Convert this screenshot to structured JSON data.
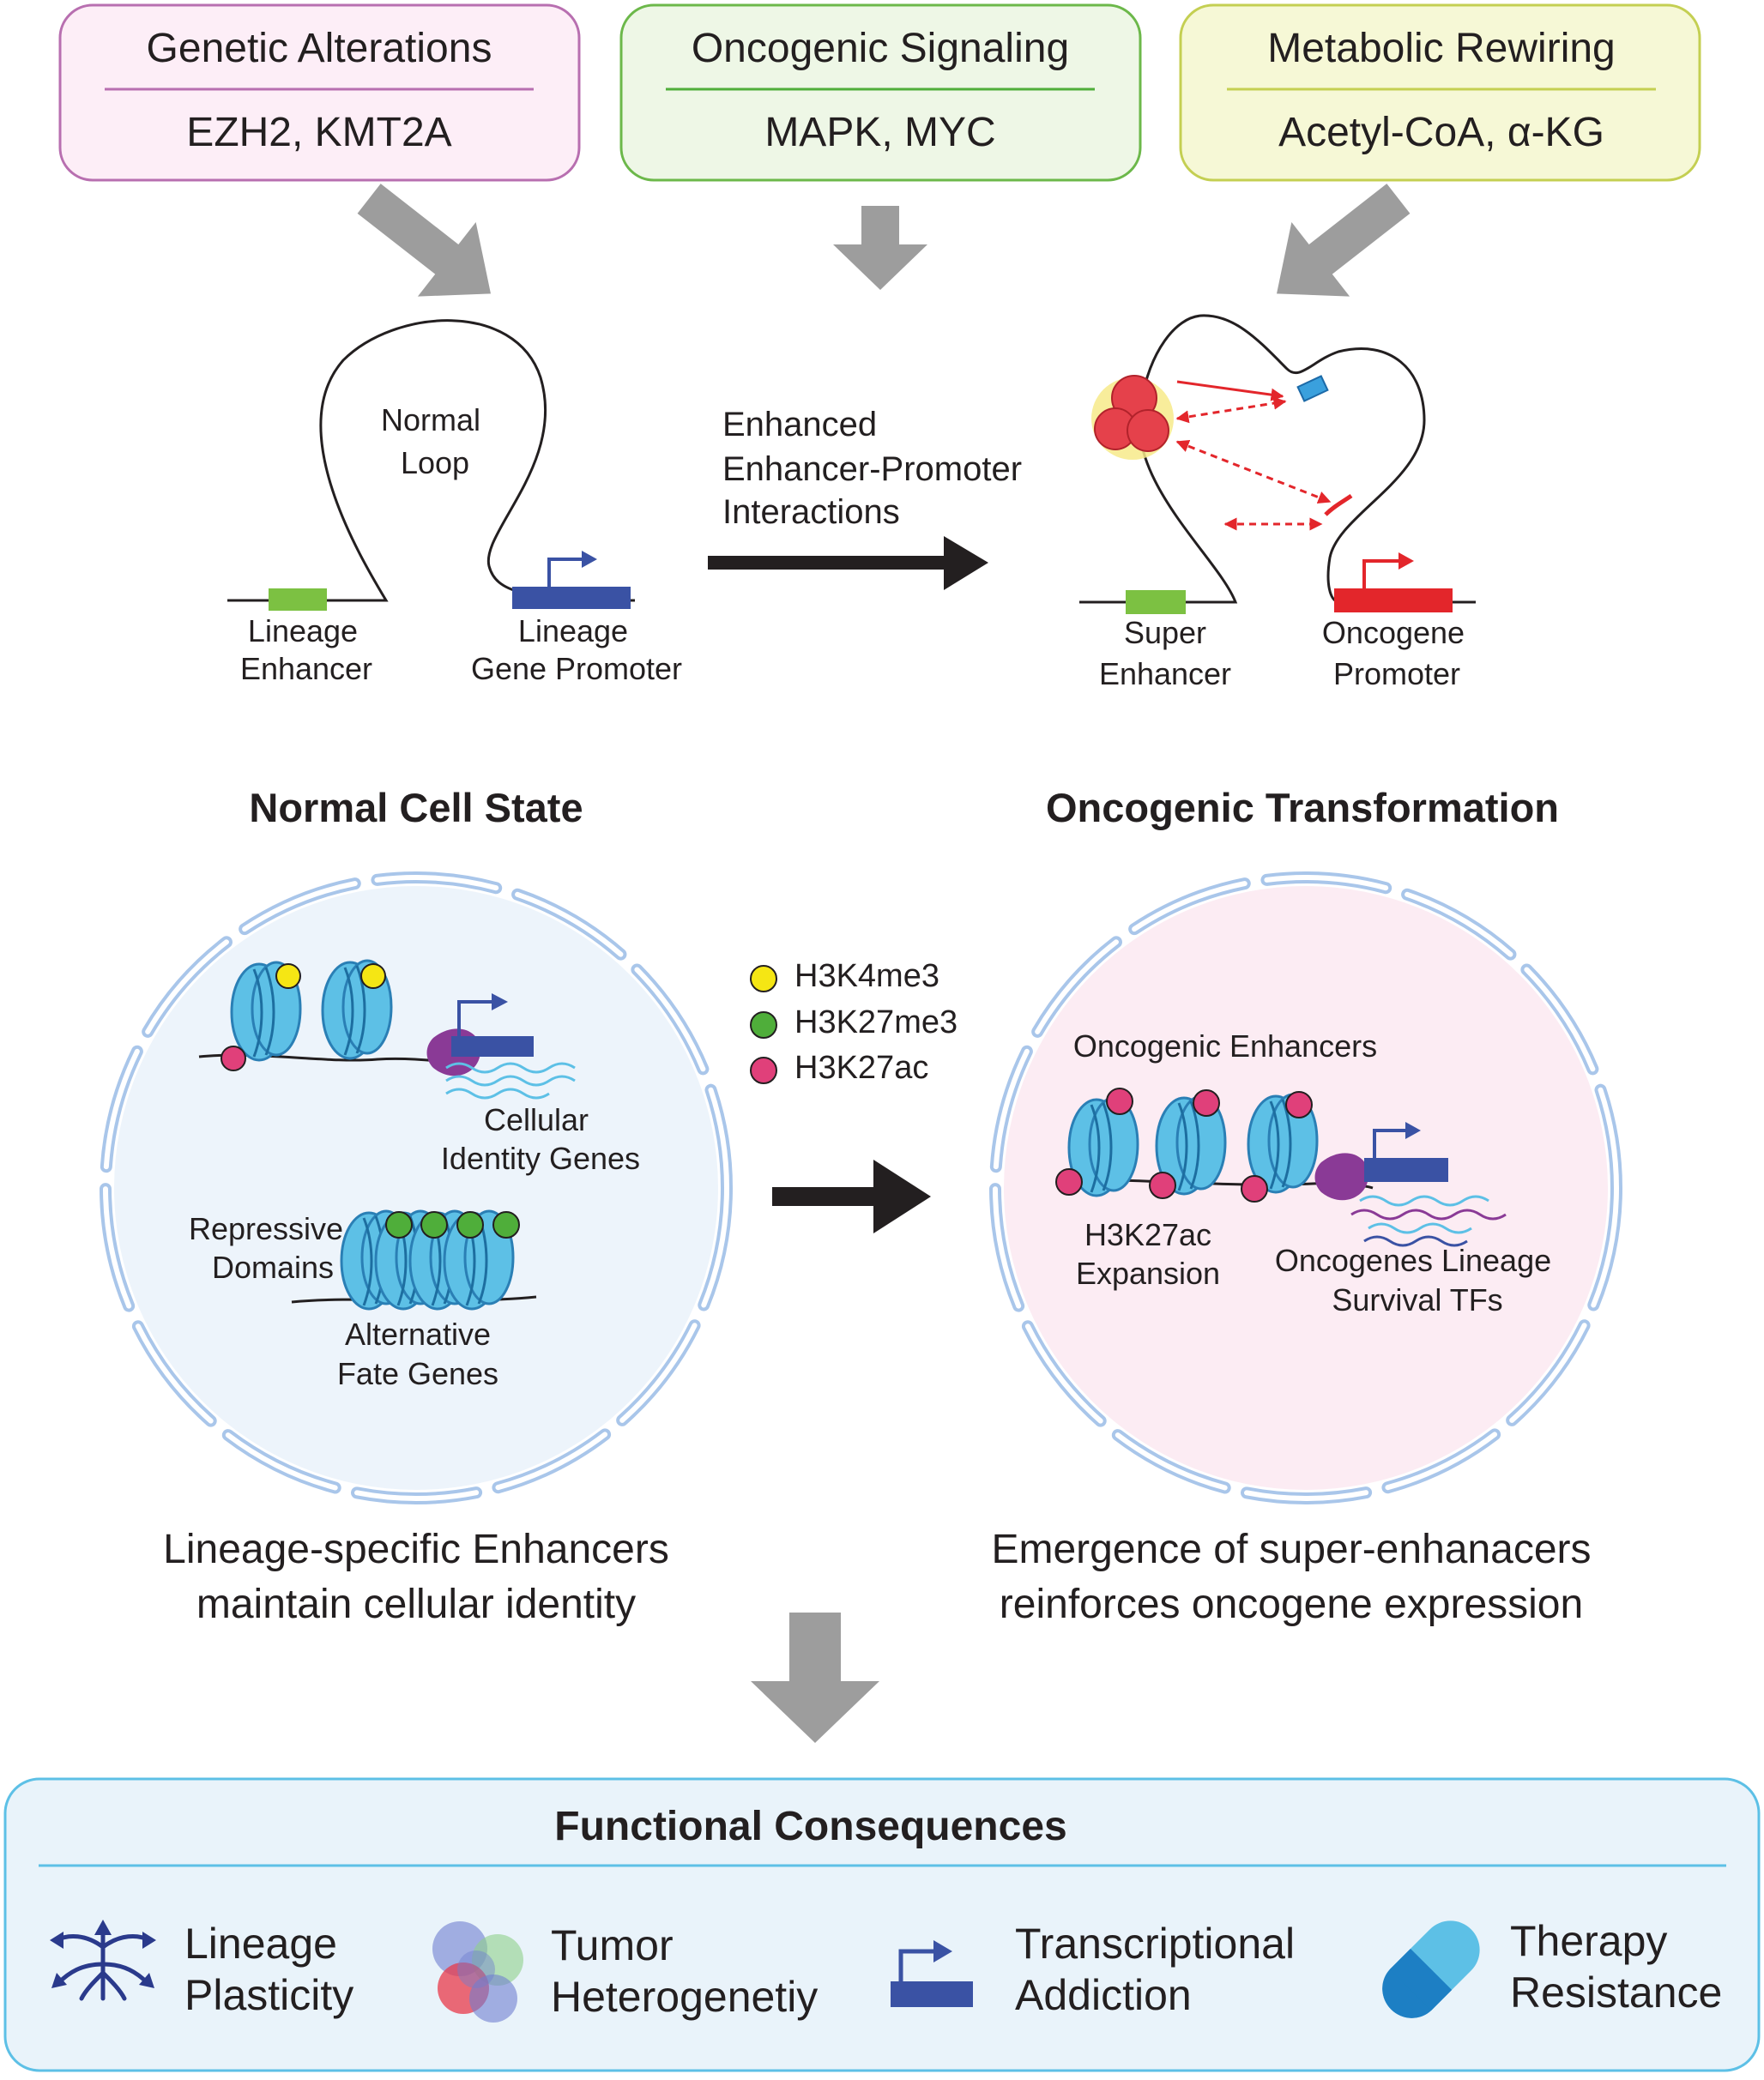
{
  "top_boxes": [
    {
      "title": "Genetic Alterations",
      "items": "EZH2, KMT2A",
      "border": "#b86fb0",
      "fill": "#fdeef7",
      "rule": "#b86fb0"
    },
    {
      "title": "Oncogenic Signaling",
      "items": "MAPK, MYC",
      "border": "#6cb84a",
      "fill": "#eef7e6",
      "rule": "#4fae3a"
    },
    {
      "title": "Metabolic Rewiring",
      "items": "Acetyl-CoA, α-KG",
      "border": "#c4cf52",
      "fill": "#f6f8d6",
      "rule": "#c4cf52"
    }
  ],
  "loops": {
    "normal_loop_line1": "Normal",
    "normal_loop_line2": "Loop",
    "lineage_enhancer_line1": "Lineage",
    "lineage_enhancer_line2": "Enhancer",
    "lineage_promoter_line1": "Lineage",
    "lineage_promoter_line2": "Gene Promoter",
    "arrow_line1": "Enhanced",
    "arrow_line2": "Enhancer-Promoter",
    "arrow_line3": "Interactions",
    "super_enhancer_line1": "Super",
    "super_enhancer_line2": "Enhancer",
    "oncogene_promoter_line1": "Oncogene",
    "oncogene_promoter_line2": "Promoter"
  },
  "normal_state": {
    "heading": "Normal Cell State",
    "cellular_identity_line1": "Cellular",
    "cellular_identity_line2": "Identity Genes",
    "repressive_line1": "Repressive",
    "repressive_line2": "Domains",
    "alternative_line1": "Alternative",
    "alternative_line2": "Fate Genes",
    "summary_line1": "Lineage-specific Enhancers",
    "summary_line2": "maintain cellular identity"
  },
  "legend": [
    {
      "label": "H3K4me3",
      "color": "#f5e614"
    },
    {
      "label": "H3K27me3",
      "color": "#4fae3a"
    },
    {
      "label": "H3K27ac",
      "color": "#e0407a"
    }
  ],
  "oncogenic_state": {
    "heading": "Oncogenic Transformation",
    "enhancers_label": "Oncogenic Enhancers",
    "expansion_line1": "H3K27ac",
    "expansion_line2": "Expansion",
    "oncogenes_line1": "Oncogenes Lineage",
    "oncogenes_line2": "Survival TFs",
    "summary_line1": "Emergence of super-enhanacers",
    "summary_line2": "reinforces oncogene expression"
  },
  "consequences": {
    "title": "Functional Consequences",
    "items": [
      {
        "line1": "Lineage",
        "line2": "Plasticity",
        "icon": "branching-arrows-icon"
      },
      {
        "line1": "Tumor",
        "line2": "Heterogenetiy",
        "icon": "cell-cluster-icon"
      },
      {
        "line1": "Transcriptional",
        "line2": "Addiction",
        "icon": "promoter-arrow-icon"
      },
      {
        "line1": "Therapy",
        "line2": "Resistance",
        "icon": "capsule-icon"
      }
    ]
  },
  "colors": {
    "gray_arrow": "#9d9d9d",
    "black_arrow": "#231f20",
    "enhancer_green": "#7cc142",
    "promoter_blue": "#3a52a4",
    "oncogene_red": "#e3262b",
    "interaction_red": "#e3262b",
    "nucleosome": "#5dc0e6",
    "reader_purple": "#8a3a96",
    "nucleus_normal": "#edf4fb",
    "nucleus_onco": "#fcecf3",
    "membrane": "#a9c6ea",
    "consequence_fill": "#e9f3fa",
    "consequence_border": "#5dc0e6"
  }
}
